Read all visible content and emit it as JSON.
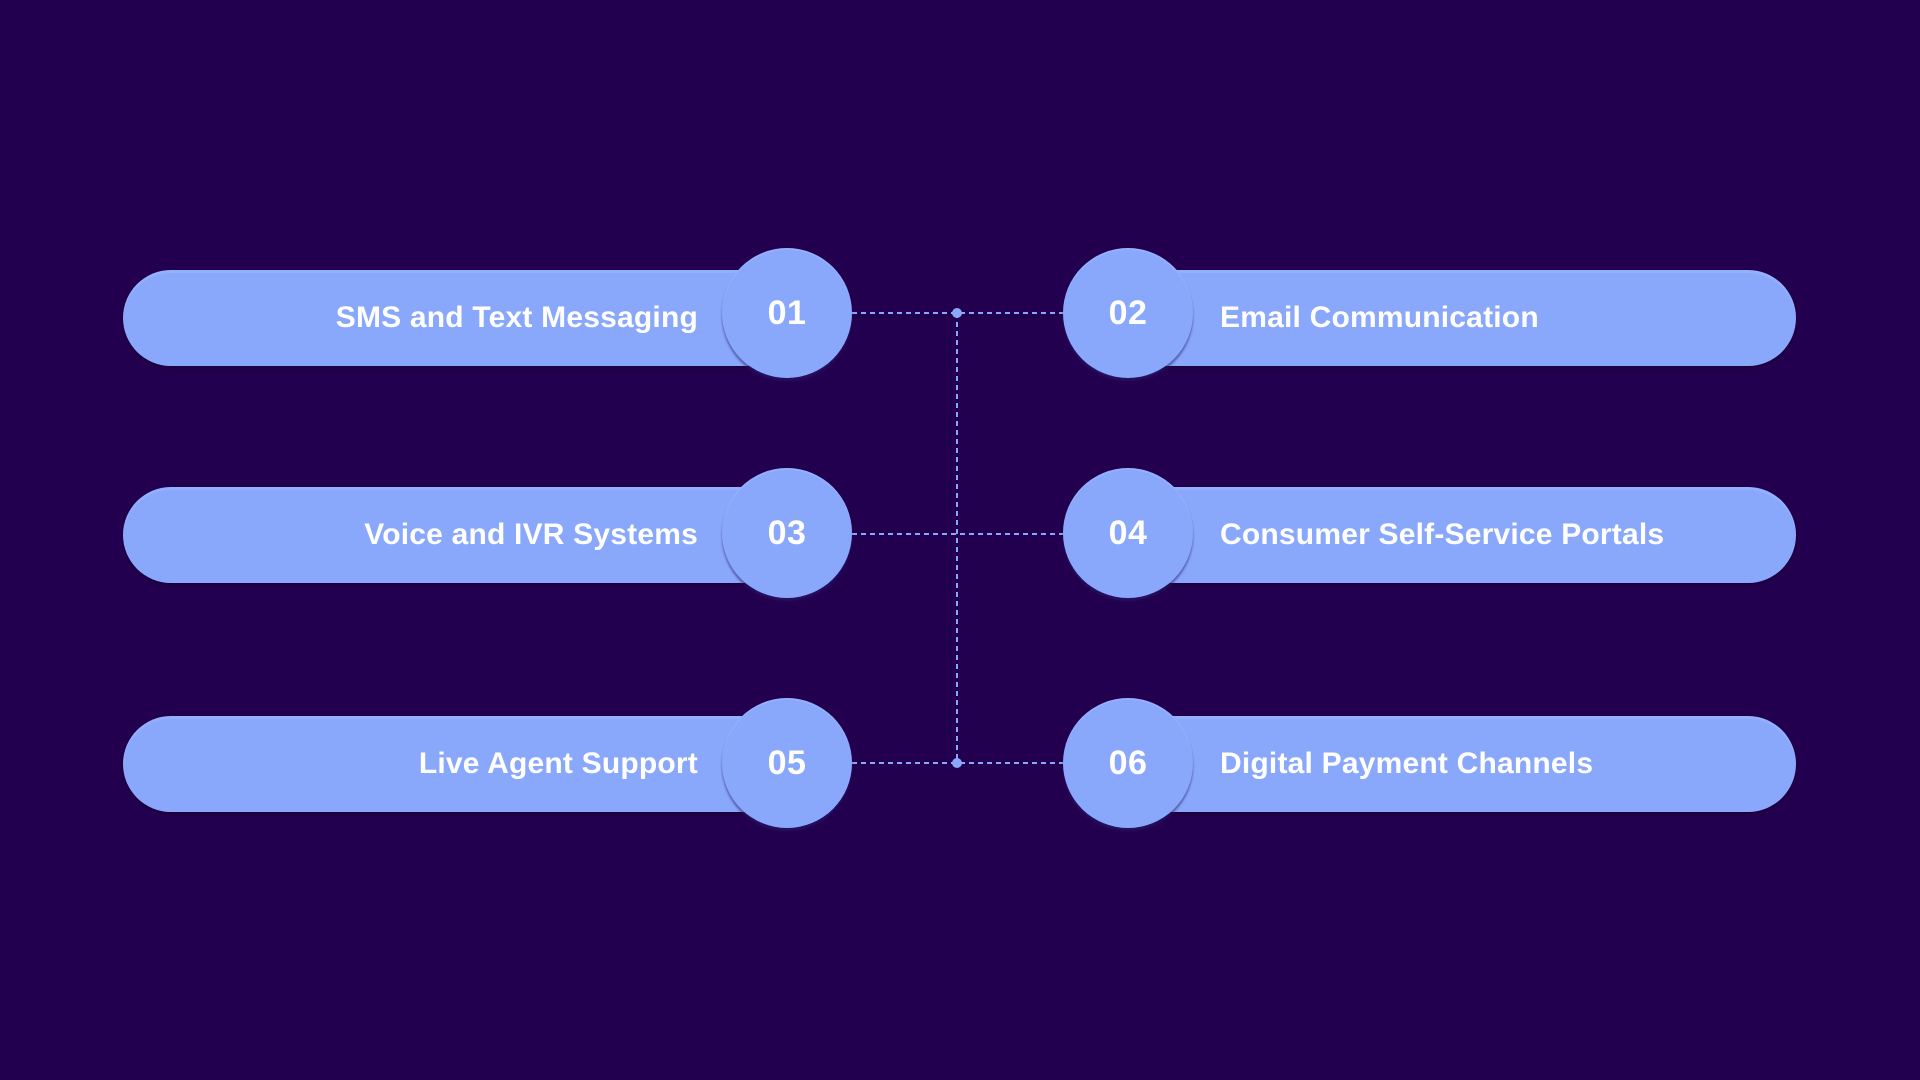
{
  "colors": {
    "background": "#23004f",
    "pill": "#8aa8fb",
    "connector": "#8aa8fb",
    "text": "#ffffff"
  },
  "items": [
    {
      "number": "01",
      "label": "SMS and Text Messaging",
      "side": "left"
    },
    {
      "number": "02",
      "label": "Email Communication",
      "side": "right"
    },
    {
      "number": "03",
      "label": "Voice and IVR Systems",
      "side": "left"
    },
    {
      "number": "04",
      "label": "Consumer Self-Service Portals",
      "side": "right"
    },
    {
      "number": "05",
      "label": "Live Agent Support",
      "side": "left"
    },
    {
      "number": "06",
      "label": "Digital Payment Channels",
      "side": "right"
    }
  ]
}
